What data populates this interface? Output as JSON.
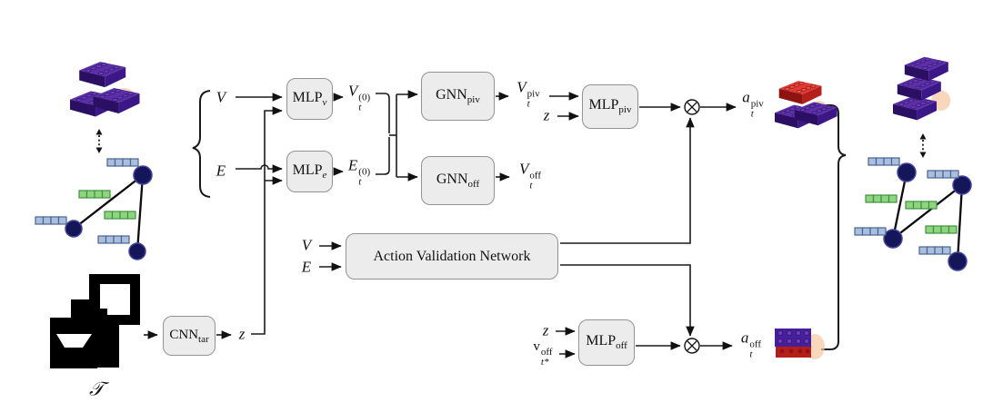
{
  "figure": {
    "description_domain": "architecture-diagram",
    "palette": {
      "box_fill": "#ececec",
      "box_border": "#929292",
      "line": "#1a1a1a",
      "graph_node": "#15155a",
      "node_feature_strip": "#a9bfdf",
      "edge_feature_strip": "#8fd57f",
      "lego_purple": "#3b1787",
      "lego_red": "#b51f1a",
      "glow": "#f7c6a0",
      "target_image": "#000000"
    },
    "icons": {
      "otimes": "⊗",
      "brace_left": "{",
      "brace_right": "}",
      "dashed_double_arrow": "↕"
    }
  },
  "labels": {
    "v_in": "V",
    "e_in": "E",
    "mlp_v": {
      "base": "MLP",
      "sub": "v"
    },
    "mlp_e": {
      "base": "MLP",
      "sub": "e"
    },
    "v0": {
      "base": "V",
      "sub": "t",
      "sup": "(0)"
    },
    "e0": {
      "base": "E",
      "sub": "t",
      "sup": "(0)"
    },
    "gnn_piv": {
      "base": "GNN",
      "sub": "piv"
    },
    "gnn_off": {
      "base": "GNN",
      "sub": "off"
    },
    "v_piv": {
      "base": "V",
      "sub": "t",
      "sup": "piv"
    },
    "z_mid": "z",
    "v_off": {
      "base": "V",
      "sub": "t",
      "sup": "off"
    },
    "mlp_piv": {
      "base": "MLP",
      "sub": "piv"
    },
    "avn": "Action Validation Network",
    "v_avn": "V",
    "e_avn": "E",
    "cnn_tar": {
      "base": "CNN",
      "sub": "tar"
    },
    "z_cnn": "z",
    "target": "𝒯",
    "z_off": "z",
    "v_off_star": {
      "base": "v",
      "sub": "t*",
      "sup": "off"
    },
    "mlp_off": {
      "base": "MLP",
      "sub": "off"
    },
    "a_piv": {
      "base": "a",
      "sub": "t",
      "sup": "piv"
    },
    "a_off": {
      "base": "a",
      "sub": "t",
      "sup": "off"
    }
  }
}
